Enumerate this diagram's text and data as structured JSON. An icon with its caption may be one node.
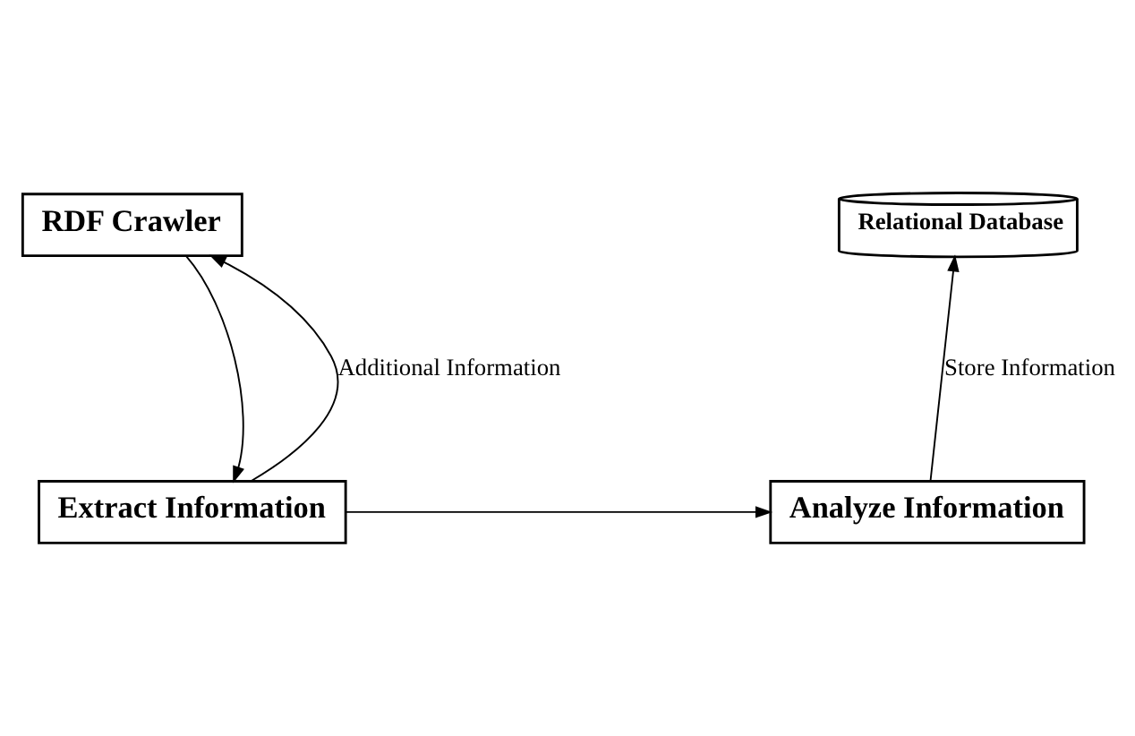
{
  "diagram": {
    "nodes": [
      {
        "text": [
          "RDF Crawler"
        ]
      },
      {
        "text": [
          "Relational Database"
        ]
      },
      {
        "text": [
          "Extract Information"
        ]
      },
      {
        "text": [
          "Analyze Information"
        ]
      }
    ],
    "edges": [
      {
        "from": 0,
        "to": 2,
        "arrow": "to"
      },
      {
        "from": 2,
        "to": 0,
        "arrow": "to",
        "label": "Additional Information"
      },
      {
        "from": 2,
        "to": 3,
        "arrow": "to"
      },
      {
        "from": 3,
        "to": 1,
        "arrow": "to",
        "label": "Store Information"
      }
    ]
  }
}
